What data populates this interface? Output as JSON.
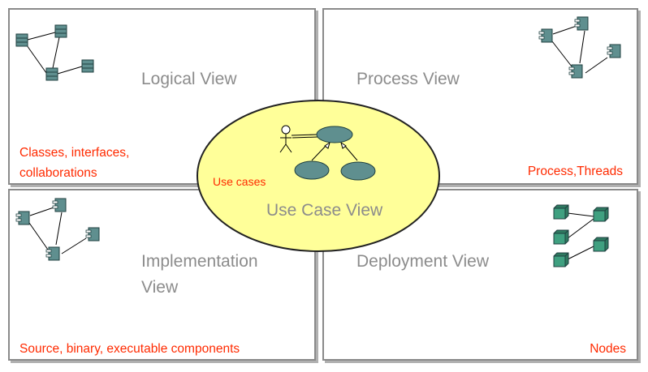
{
  "views": {
    "logical": {
      "title": "Logical View",
      "note_lines": [
        "Classes, interfaces,",
        "collaborations"
      ]
    },
    "process": {
      "title": "Process View",
      "note": "Process,Threads"
    },
    "implementation": {
      "title_lines": [
        "Implementation",
        "View"
      ],
      "note": "Source, binary, executable components"
    },
    "deployment": {
      "title": "Deployment View",
      "note": "Nodes"
    },
    "use_case": {
      "title": "Use Case View",
      "note": "Use cases"
    }
  },
  "colors": {
    "panel_border": "#8a8a8a",
    "title_gray": "#8c8c8c",
    "note_red": "#ff2a00",
    "ellipse_fill": "#ffff99",
    "icon_teal": "#5f8f8f"
  },
  "icons": [
    "class-icon",
    "component-icon",
    "node-icon",
    "actor-icon",
    "use-case-icon"
  ]
}
